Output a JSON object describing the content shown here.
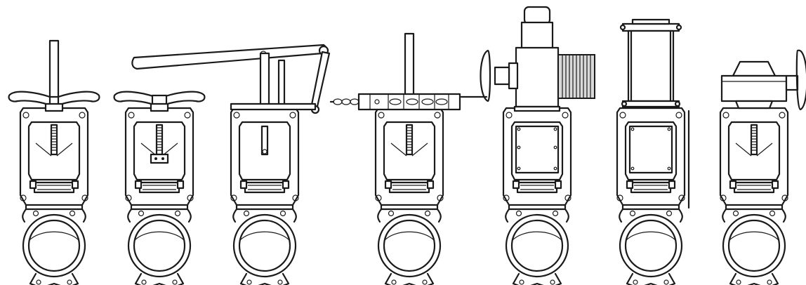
{
  "figure": {
    "background": "#ffffff",
    "line_color": "#1a1a1a",
    "valves": [
      {
        "actuator": "handwheel-rising-stem",
        "icon": "handwheel-icon"
      },
      {
        "actuator": "handwheel-non-rising-stem",
        "icon": "handwheel-icon"
      },
      {
        "actuator": "lever",
        "icon": "lever-icon"
      },
      {
        "actuator": "chainwheel",
        "icon": "chain-icon"
      },
      {
        "actuator": "electric-motor",
        "icon": "motor-icon"
      },
      {
        "actuator": "pneumatic-cylinder",
        "icon": "cylinder-icon"
      },
      {
        "actuator": "bevel-gear",
        "icon": "gearbox-icon"
      }
    ]
  }
}
